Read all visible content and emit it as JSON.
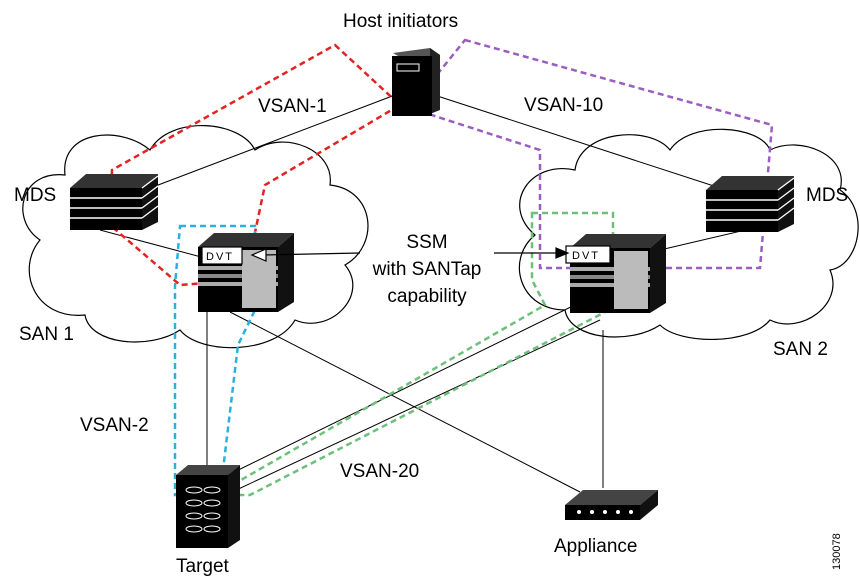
{
  "labels": {
    "host": "Host initiators",
    "vsan1": "VSAN-1",
    "vsan10": "VSAN-10",
    "mds_left": "MDS",
    "mds_right": "MDS",
    "ssm_line1": "SSM",
    "ssm_line2": "with SANTap",
    "ssm_line3": "capability",
    "san1": "SAN 1",
    "san2": "SAN 2",
    "vsan2": "VSAN-2",
    "vsan20": "VSAN-20",
    "target": "Target",
    "appliance": "Appliance",
    "dvt_left": "DVT",
    "dvt_right": "DVT",
    "figure_id": "130078"
  },
  "colors": {
    "vsan1": "#e32222",
    "vsan10": "#9a5ec0",
    "vsan2": "#2ab0e0",
    "vsan20": "#6cc07a"
  },
  "icons": [
    "host-server-icon",
    "mds-switch-icon",
    "ssm-switch-icon",
    "storage-target-icon",
    "appliance-icon",
    "cloud-icon"
  ]
}
